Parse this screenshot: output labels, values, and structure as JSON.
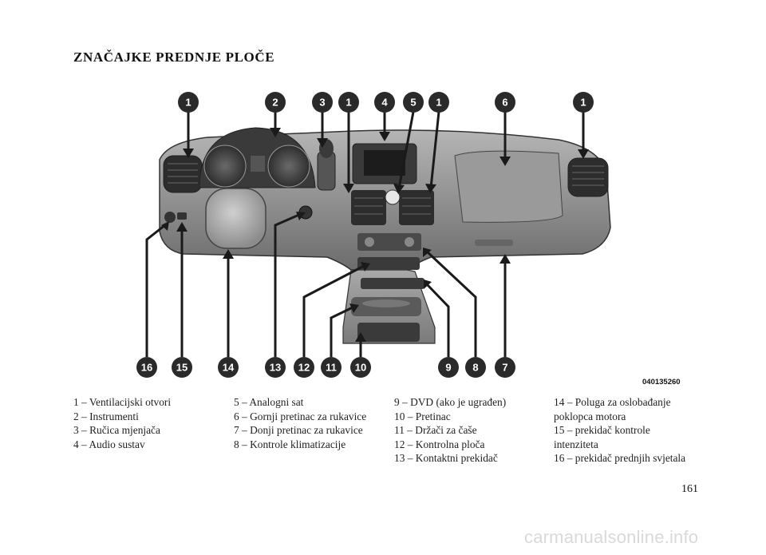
{
  "page": {
    "title": "ZNAČAJKE PREDNJE PLOČE",
    "figure_code": "040135260",
    "page_number": "161",
    "watermark": "carmanualsonline.info"
  },
  "callouts": {
    "top": [
      "1",
      "2",
      "3",
      "1",
      "4",
      "5",
      "1",
      "6",
      "1"
    ],
    "bottom": [
      "16",
      "15",
      "14",
      "13",
      "12",
      "11",
      "10",
      "9",
      "8",
      "7"
    ]
  },
  "legend": {
    "col1": [
      "1 – Ventilacijski otvori",
      "2 – Instrumenti",
      "3 – Ručica mjenjača",
      "4 – Audio sustav"
    ],
    "col2": [
      "5 – Analogni sat",
      "6 – Gornji pretinac za rukavice",
      "7 – Donji pretinac za rukavice",
      "8 – Kontrole klimatizacije"
    ],
    "col3": [
      "9 – DVD (ako je ugrađen)",
      "10 – Pretinac",
      "11 – Držači za čaše",
      "12 – Kontrolna ploča",
      "13 – Kontaktni prekidač"
    ],
    "col4": [
      "14 – Poluga za oslobađanje",
      "poklopca motora",
      "15 – prekidač kontrole",
      "intenziteta",
      "16 – prekidač prednjih svjetala"
    ]
  },
  "colors": {
    "badge": "#2a2a2a",
    "dashboard": "#8a8a8a",
    "dashboard_dark": "#4a4a4a",
    "arrow": "#1a1a1a"
  }
}
